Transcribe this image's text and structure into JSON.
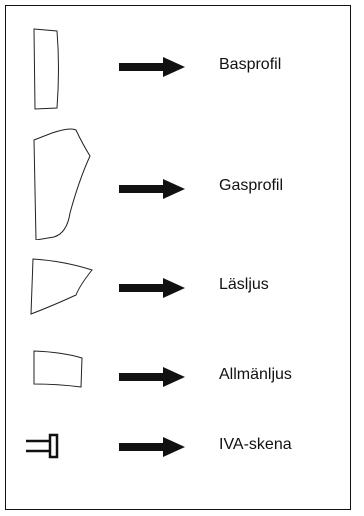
{
  "legend": {
    "items": [
      {
        "id": "basprofil",
        "label": "Basprofil",
        "icon": "basprofil-profile-icon"
      },
      {
        "id": "gasprofil",
        "label": "Gasprofil",
        "icon": "gasprofil-profile-icon"
      },
      {
        "id": "lasljus",
        "label": "Läsljus",
        "icon": "lasljus-fixture-icon"
      },
      {
        "id": "allmanljus",
        "label": "Allmänljus",
        "icon": "allmanljus-fixture-icon"
      },
      {
        "id": "iva-skena",
        "label": "IVA-skena",
        "icon": "iva-rail-icon"
      }
    ],
    "arrow_icon": "right-arrow-icon",
    "line_color": "#111111"
  }
}
